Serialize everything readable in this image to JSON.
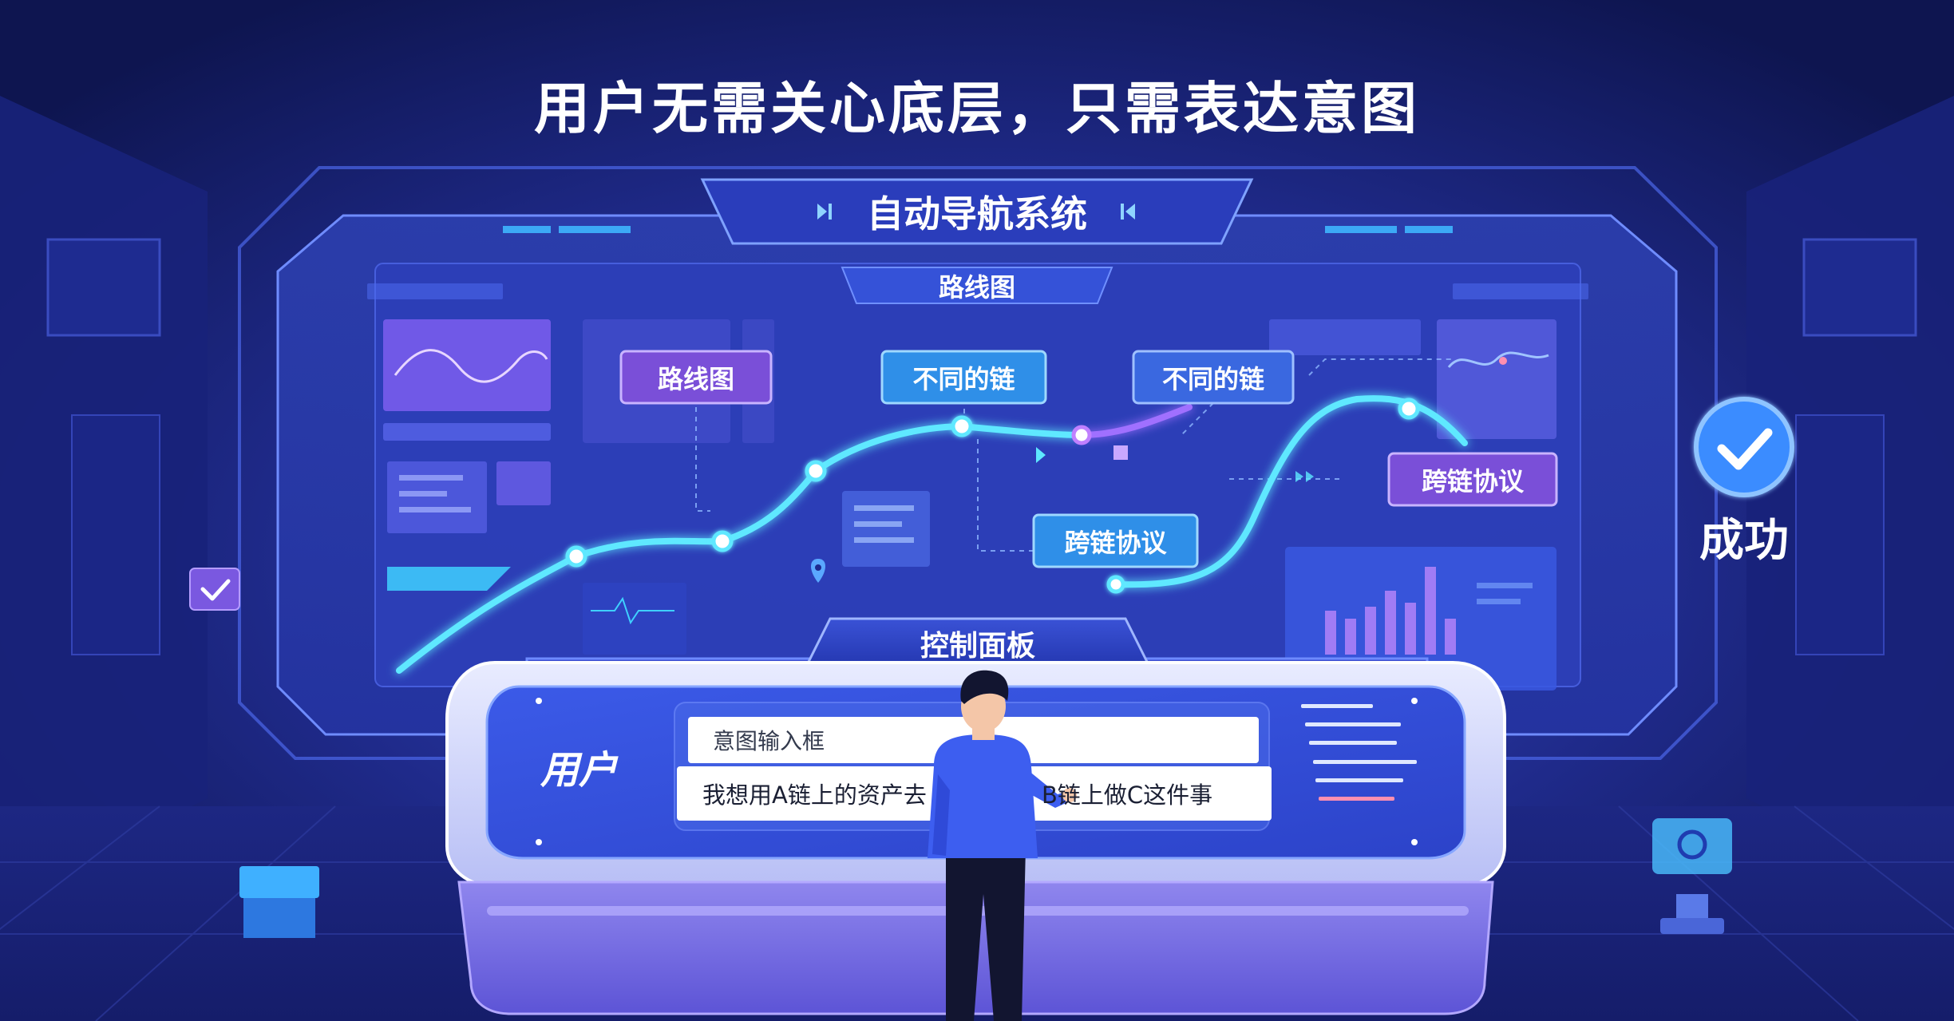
{
  "headline": "用户无需关心底层，只需表达意图",
  "system_title": "自动导航系统",
  "roadmap_header": "路线图",
  "route_labels": {
    "roadmap": "路线图",
    "different_chain_1": "不同的链",
    "different_chain_2": "不同的链",
    "cross_chain_protocol_1": "跨链协议",
    "cross_chain_protocol_2": "跨链协议"
  },
  "success_label": "成功",
  "control_panel": {
    "title": "控制面板",
    "user_label": "用户",
    "input_placeholder": "意图输入框",
    "intent_text_left": "我想用A链上的资产去",
    "intent_text_right": "B链上做C这件事"
  },
  "colors": {
    "background": "#121a5c",
    "route_glow": "#5ee8ff",
    "label_blue": "#2f8fe8",
    "label_purple": "#7a4fd8",
    "success_blue": "#2f7cf0"
  },
  "icons": {
    "nav_arrows": "chevron-left-right-icon",
    "success": "check-circle-icon",
    "checkbox": "check-square-icon",
    "location": "map-pin-icon"
  }
}
